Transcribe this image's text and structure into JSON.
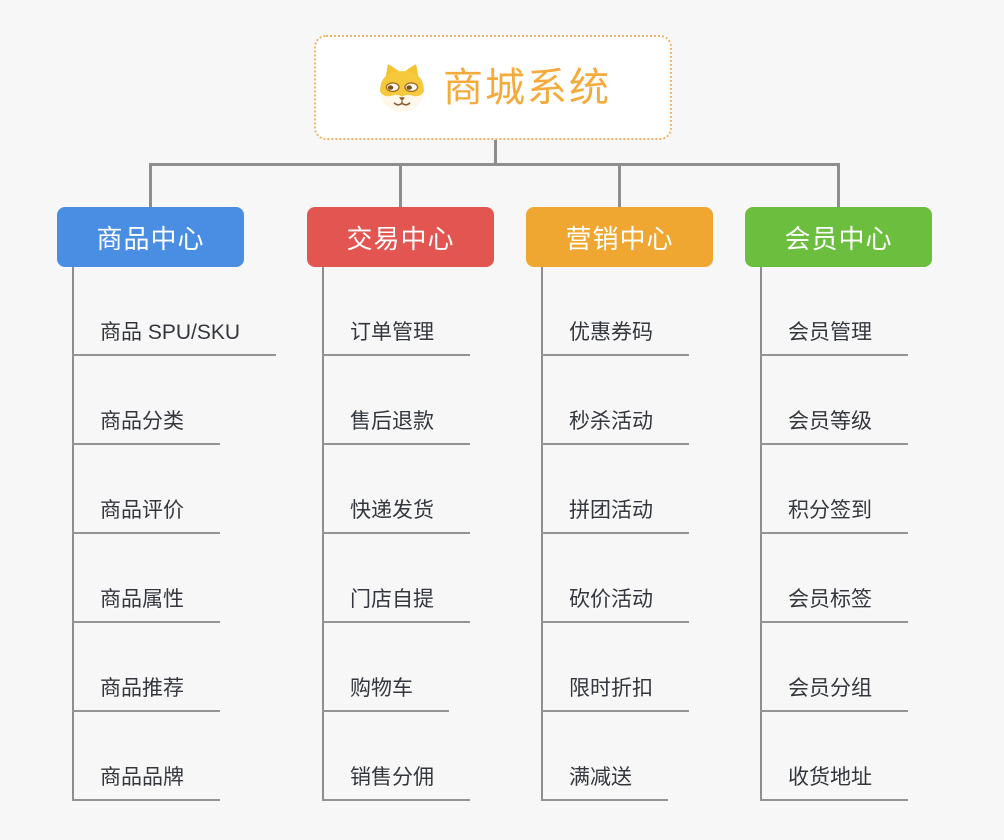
{
  "root": {
    "title": "商城系统",
    "icon": "dog-face-icon"
  },
  "palette": {
    "background": "#F7F7F7",
    "connector": "#8E8E8E",
    "underline": "#949494",
    "item_text": "#33363C",
    "root_accent": "#F5AB3C",
    "root_border": "#F0B264",
    "branch_text": "#FFFFFF"
  },
  "branches": [
    {
      "label": "商品中心",
      "color": "#4A8EE4",
      "items": [
        "商品 SPU/SKU",
        "商品分类",
        "商品评价",
        "商品属性",
        "商品推荐",
        "商品品牌"
      ]
    },
    {
      "label": "交易中心",
      "color": "#E25551",
      "items": [
        "订单管理",
        "售后退款",
        "快递发货",
        "门店自提",
        "购物车",
        "销售分佣"
      ]
    },
    {
      "label": "营销中心",
      "color": "#EFA732",
      "items": [
        "优惠券码",
        "秒杀活动",
        "拼团活动",
        "砍价活动",
        "限时折扣",
        "满减送"
      ]
    },
    {
      "label": "会员中心",
      "color": "#6CBE3E",
      "items": [
        "会员管理",
        "会员等级",
        "积分签到",
        "会员标签",
        "会员分组",
        "收货地址"
      ]
    }
  ]
}
